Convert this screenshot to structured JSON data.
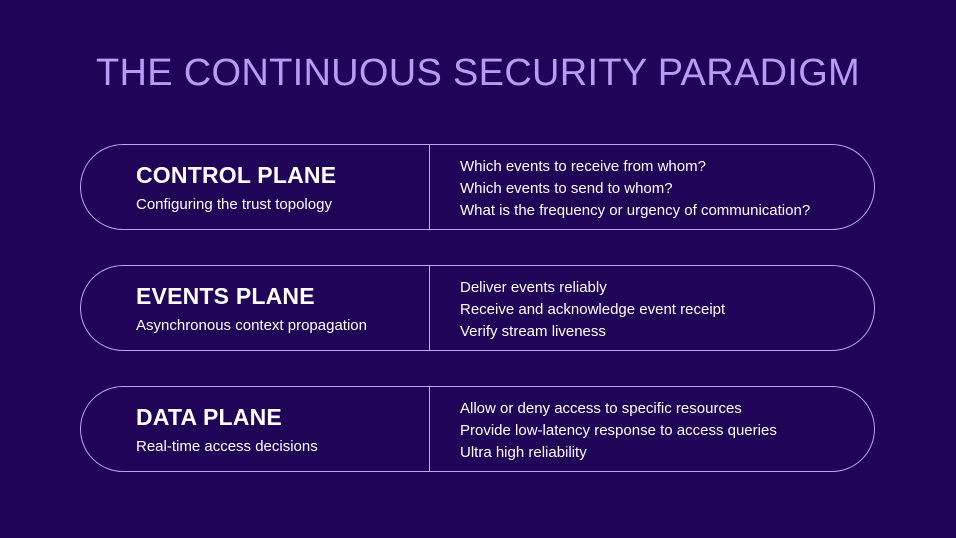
{
  "title": "THE CONTINUOUS SECURITY PARADIGM",
  "planes": [
    {
      "name": "CONTROL PLANE",
      "subtitle": "Configuring the trust topology",
      "items": [
        "Which events to receive from whom?",
        "Which events to send to whom?",
        "What is the frequency or urgency of communication?"
      ]
    },
    {
      "name": "EVENTS PLANE",
      "subtitle": "Asynchronous context propagation",
      "items": [
        "Deliver events reliably",
        "Receive and acknowledge event receipt",
        "Verify stream liveness"
      ]
    },
    {
      "name": "DATA PLANE",
      "subtitle": "Real-time access decisions",
      "items": [
        "Allow or deny access to specific resources",
        "Provide low-latency response to access queries",
        "Ultra high reliability"
      ]
    }
  ],
  "colors": {
    "background": "#200457",
    "accent": "#b79cf4",
    "border": "#bca4f0"
  }
}
